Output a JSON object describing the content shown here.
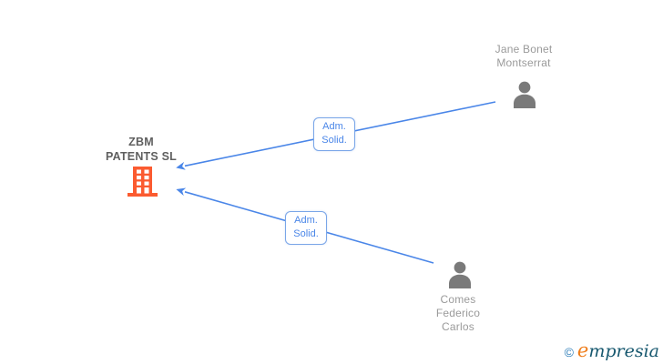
{
  "diagram": {
    "company": {
      "name_lines": [
        "ZBM",
        "PATENTS SL"
      ],
      "icon": "building-icon"
    },
    "persons": [
      {
        "name_lines": [
          "Jane Bonet",
          "Montserrat"
        ],
        "icon": "person-icon"
      },
      {
        "name_lines": [
          "Comes",
          "Federico",
          "Carlos"
        ],
        "icon": "person-icon"
      }
    ],
    "edges": [
      {
        "from": "Jane Bonet Montserrat",
        "to": "ZBM PATENTS SL",
        "label_lines": [
          "Adm.",
          "Solid."
        ]
      },
      {
        "from": "Comes Federico Carlos",
        "to": "ZBM PATENTS SL",
        "label_lines": [
          "Adm.",
          "Solid."
        ]
      }
    ],
    "colors": {
      "edge_blue": "#4a86e8",
      "label_border_blue": "#7aa6e8",
      "label_text_blue": "#4a86e8",
      "company_icon_orange": "#fb5b30",
      "person_icon_gray": "#7a7a7a",
      "person_name_gray": "#9a9a9a",
      "company_name_gray": "#5f5f5f",
      "background": "#ffffff"
    }
  },
  "footer": {
    "copyright_symbol": "©",
    "brand_first_letter": "e",
    "brand_rest": "mpresia",
    "logo_blue": "#2b7cb8",
    "logo_orange": "#ef7d1a",
    "logo_teal": "#17586f"
  }
}
